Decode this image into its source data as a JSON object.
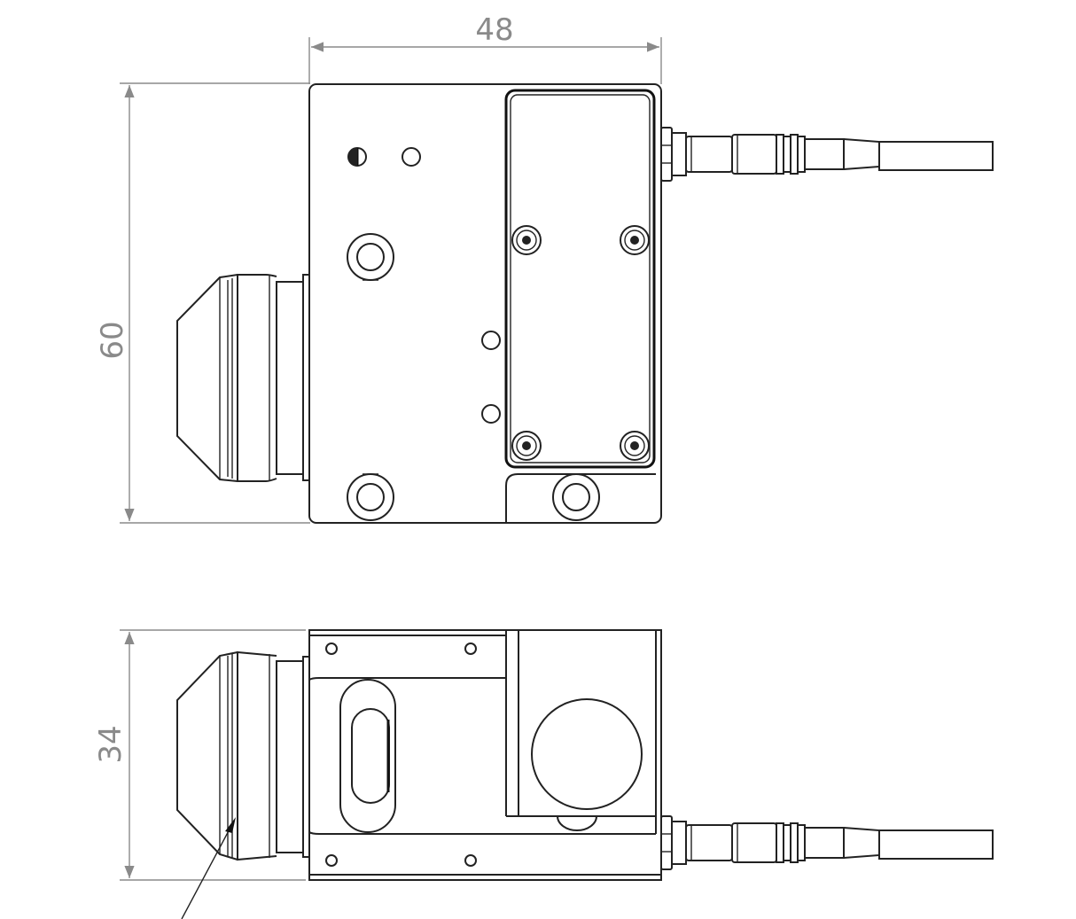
{
  "dimensions": {
    "width_label": "48",
    "height_label": "60",
    "side_height_label": "34"
  },
  "colors": {
    "dimension": "#8a8a8a",
    "outline": "#222222",
    "background": "#ffffff"
  }
}
